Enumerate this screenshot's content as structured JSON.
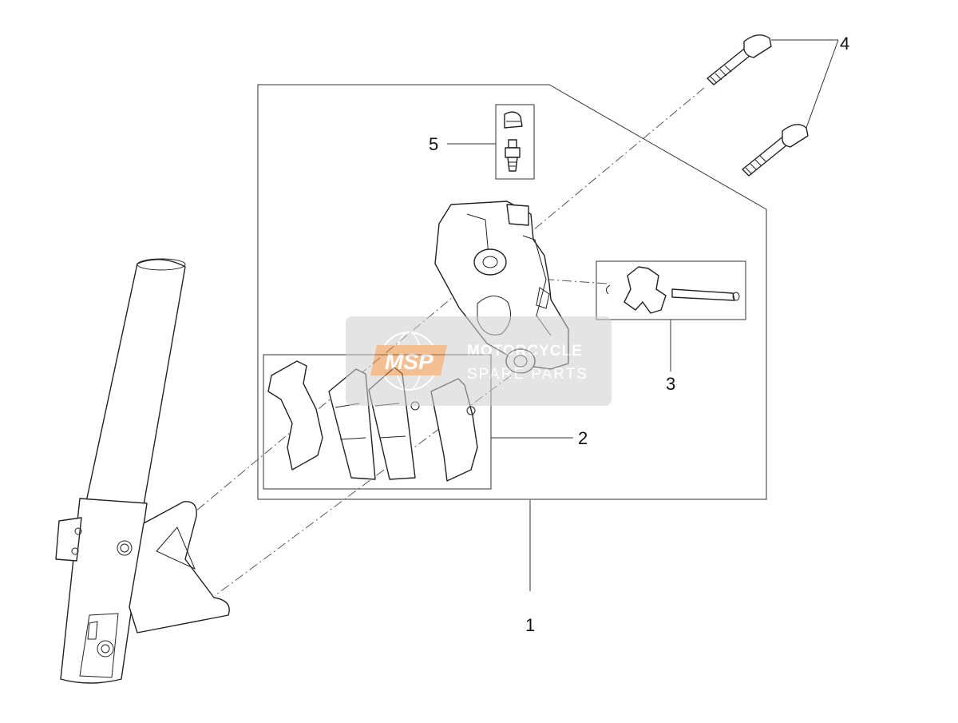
{
  "callouts": [
    {
      "id": "1",
      "label": "1"
    },
    {
      "id": "2",
      "label": "2"
    },
    {
      "id": "3",
      "label": "3"
    },
    {
      "id": "4",
      "label": "4"
    },
    {
      "id": "5",
      "label": "5"
    }
  ],
  "watermark": {
    "logo_text": "MSP",
    "line1": "MOTORCYCLE",
    "line2": "SPARE PARTS",
    "color": "#d9d9d9",
    "accent": "#e8893a"
  }
}
